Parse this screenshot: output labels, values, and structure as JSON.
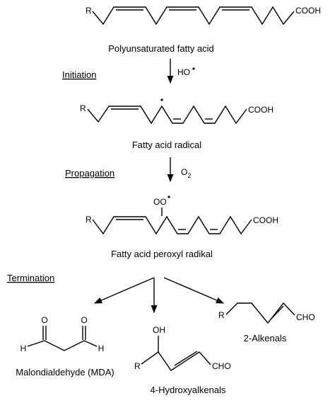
{
  "structures": {
    "pufa": {
      "r": "R",
      "acid": "COOH",
      "label": "Polyunsaturated fatty acid"
    },
    "radical": {
      "r": "R",
      "acid": "COOH",
      "label": "Fatty acid radical"
    },
    "peroxyl": {
      "r": "R",
      "acid": "COOH",
      "oo": "OO",
      "label": "Fatty acid peroxyl radikal"
    },
    "mda": {
      "o1": "O",
      "o2": "O",
      "h1": "H",
      "h2": "H",
      "label": "Malondialdehyde (MDA)"
    },
    "hydroxyalkenal": {
      "oh": "OH",
      "r": "R",
      "cho": "CHO",
      "label": "4-Hydroxyalkenals"
    },
    "alkenal": {
      "r": "R",
      "cho": "CHO",
      "label": "2-Alkenals"
    }
  },
  "steps": {
    "initiation": {
      "label": "Initiation",
      "reagent": "HO"
    },
    "propagation": {
      "label": "Propagation",
      "reagent": "O",
      "reagent_sub": "2"
    },
    "termination": {
      "label": "Termination"
    }
  }
}
